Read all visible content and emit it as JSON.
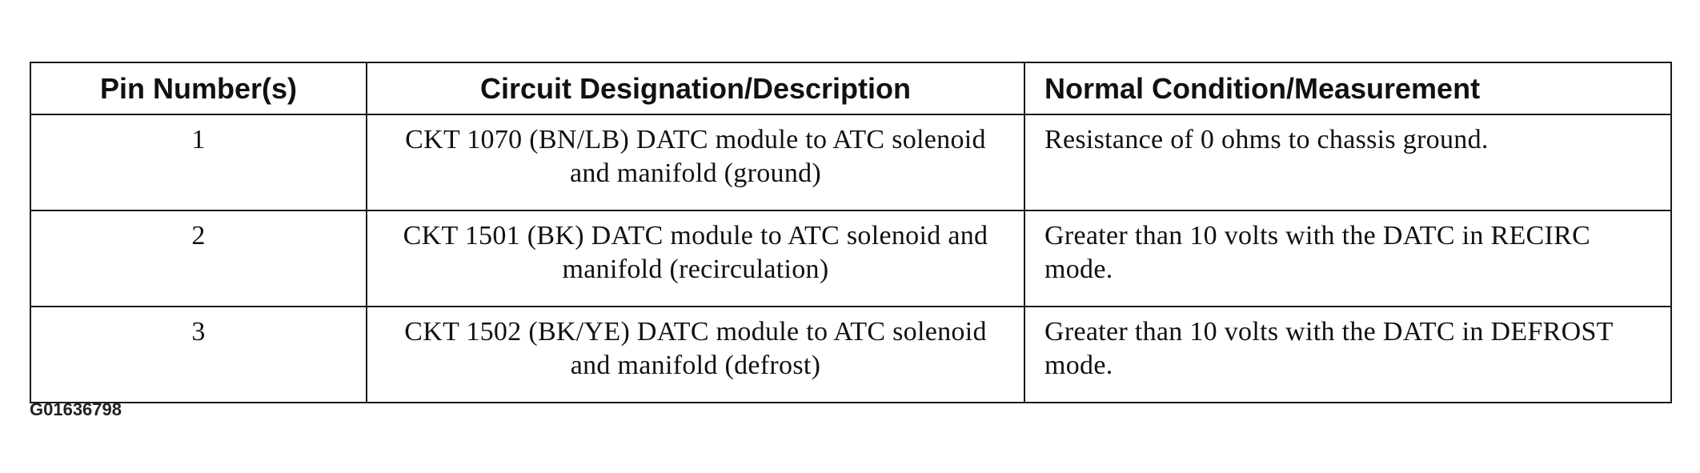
{
  "table": {
    "headers": [
      "Pin Number(s)",
      "Circuit Designation/Description",
      "Normal Condition/Measurement"
    ],
    "rows": [
      {
        "pin": "1",
        "circuit": "CKT 1070 (BN/LB) DATC module to ATC solenoid and manifold (ground)",
        "condition": "Resistance of 0 ohms to chassis ground."
      },
      {
        "pin": "2",
        "circuit": "CKT 1501 (BK) DATC module to ATC solenoid and manifold (recirculation)",
        "condition": "Greater than 10 volts with the DATC in RECIRC mode."
      },
      {
        "pin": "3",
        "circuit": "CKT 1502 (BK/YE) DATC module to ATC solenoid and manifold (defrost)",
        "condition": "Greater than 10 volts with the DATC in DEFROST mode."
      }
    ]
  },
  "figure_id": "G01636798"
}
